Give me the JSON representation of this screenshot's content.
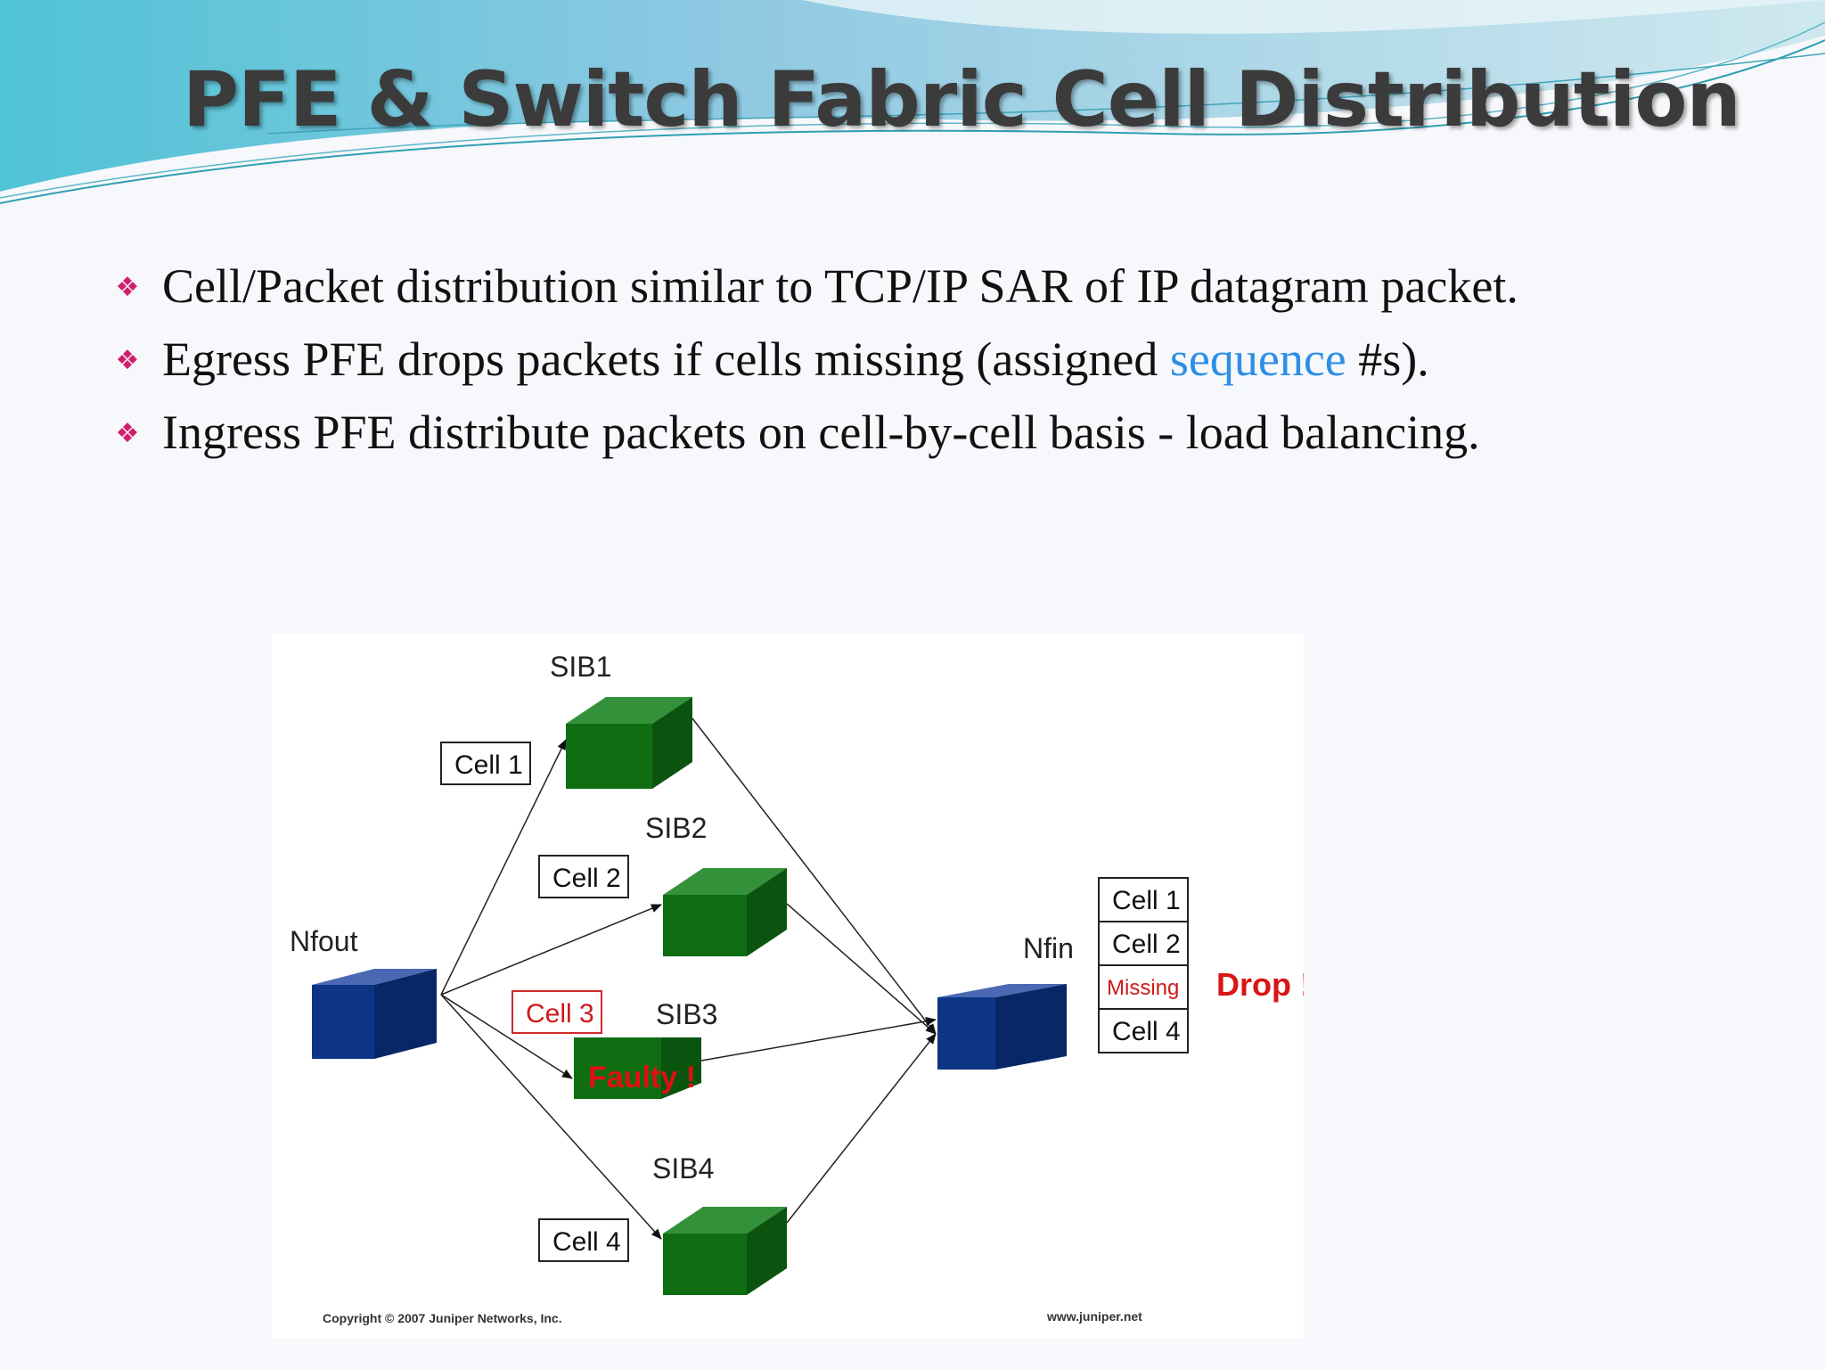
{
  "slide": {
    "title": "PFE & Switch Fabric Cell Distribution",
    "bullets": [
      {
        "text": "Cell/Packet distribution similar to TCP/IP SAR of IP datagram packet."
      },
      {
        "pre": "Egress PFE drops packets if cells missing (assigned ",
        "link": "sequence",
        "post": " #s)."
      },
      {
        "text": "Ingress PFE distribute packets on cell-by-cell basis  - load balancing."
      }
    ],
    "bullet_icon": "diamond-dots-icon",
    "colors": {
      "title": "#3b3b3b",
      "bullet_icon": "#d21f6c",
      "link": "#2e8ee6",
      "sib_box": "#0f6e12",
      "pfe_box": "#0d3585"
    }
  },
  "diagram": {
    "nfout_label": "Nfout",
    "nfin_label": "Nfin",
    "sib_labels": [
      "SIB1",
      "SIB2",
      "SIB3",
      "SIB4"
    ],
    "cell_labels": [
      "Cell 1",
      "Cell 2",
      "Cell 3",
      "Cell 4"
    ],
    "faulty_label": "Faulty !",
    "reassembly": [
      "Cell 1",
      "Cell 2",
      "Missing",
      "Cell 4"
    ],
    "drop_label": "Drop !",
    "footer_left": "Copyright © 2007 Juniper Networks, Inc.",
    "footer_right": "www.juniper.net"
  }
}
